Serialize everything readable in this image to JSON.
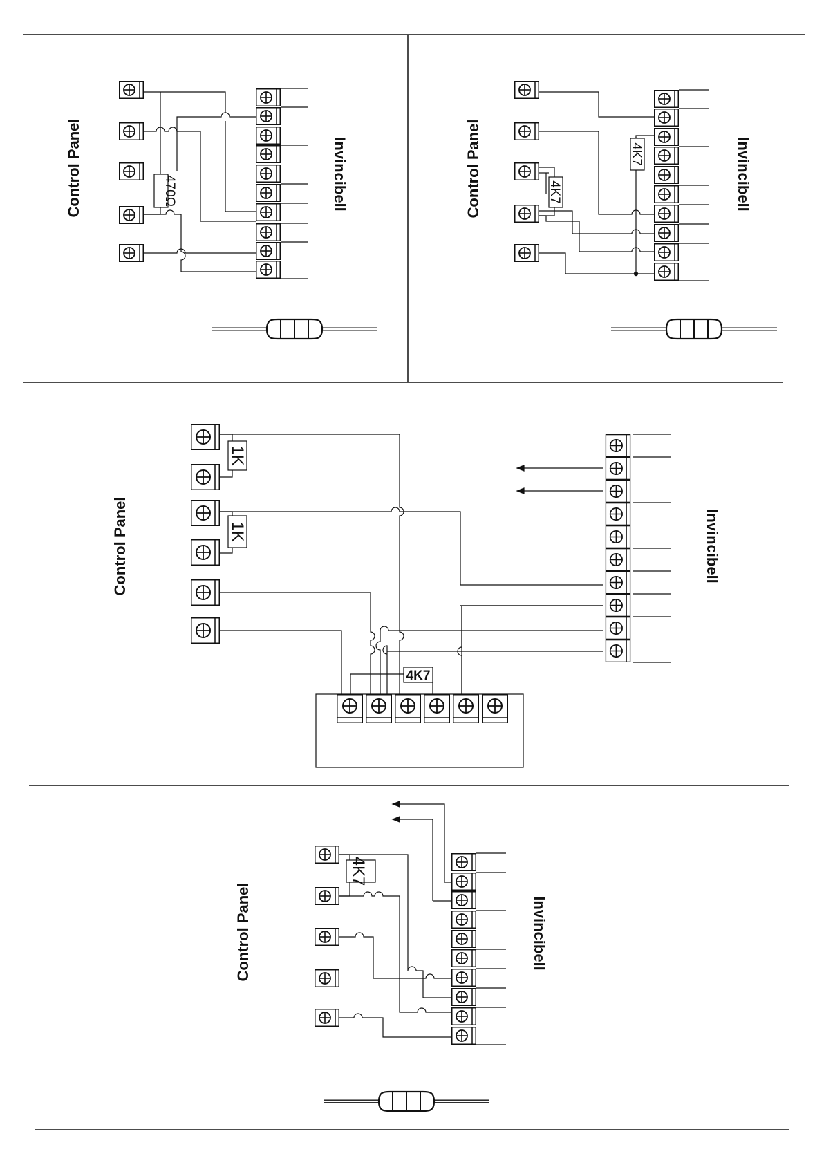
{
  "labels": {
    "control_panel": "Control Panel",
    "invincibell": "Invincibell"
  },
  "resistors": {
    "r470": "470Ω",
    "r4k7": "4K7",
    "r1k": "1K"
  },
  "colors": {
    "ink": "#111111",
    "background": "#ffffff"
  },
  "icons": {
    "terminal": "screw-terminal-icon",
    "resistor": "resistor-icon",
    "arrow": "arrow-left-icon"
  }
}
